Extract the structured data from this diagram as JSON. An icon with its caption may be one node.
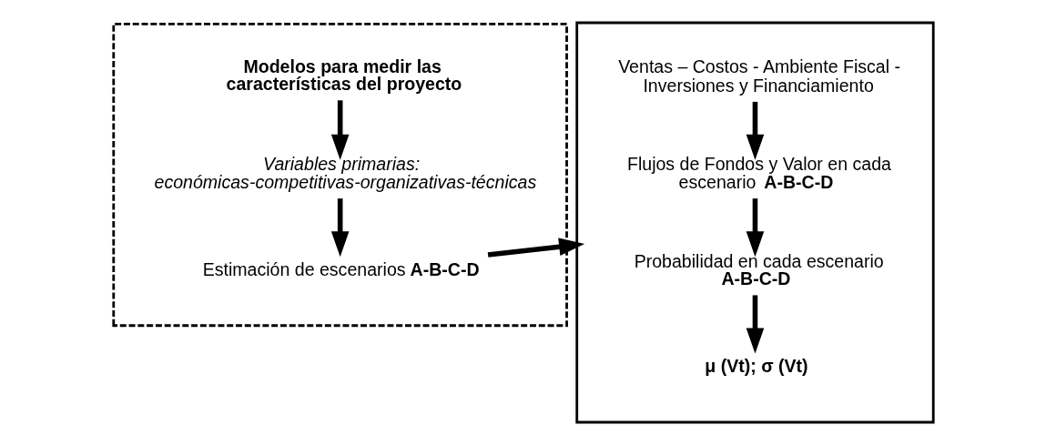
{
  "diagram": {
    "nodes": [
      {
        "text": [],
        "shape": "box"
      },
      {
        "text": [
          "Modelos para medir las características del proyecto"
        ],
        "in": 0
      },
      {
        "text": [
          "Variables primarias: económicas-competitivas-organizativas-técnicas"
        ],
        "in": 0
      },
      {
        "text": [
          "Estimación de escenarios  **A-B-C-D**"
        ],
        "in": 0
      },
      {
        "text": [],
        "shape": "box"
      },
      {
        "text": [
          "Ventas – Costos - Ambiente Fiscal - Inversiones y Financiamiento"
        ],
        "in": 4
      },
      {
        "text": [
          "Flujos de Fondos y Valor en cada escenario  **A-B-C-D**"
        ],
        "in": 4
      },
      {
        "text": [
          "Probabilidad en cada escenario **A-B-C-D**"
        ],
        "in": 4
      },
      {
        "text": [
          "**μ (Vt); σ (Vt)**"
        ],
        "in": 4
      }
    ],
    "edges": [
      {
        "from": 1,
        "to": 2,
        "arrow": "to"
      },
      {
        "from": 2,
        "to": 3,
        "arrow": "to"
      },
      {
        "from": 3,
        "to": 4,
        "arrow": "to"
      },
      {
        "from": 5,
        "to": 6,
        "arrow": "to"
      },
      {
        "from": 6,
        "to": 7,
        "arrow": "to"
      },
      {
        "from": 7,
        "to": 8,
        "arrow": "to"
      }
    ]
  }
}
